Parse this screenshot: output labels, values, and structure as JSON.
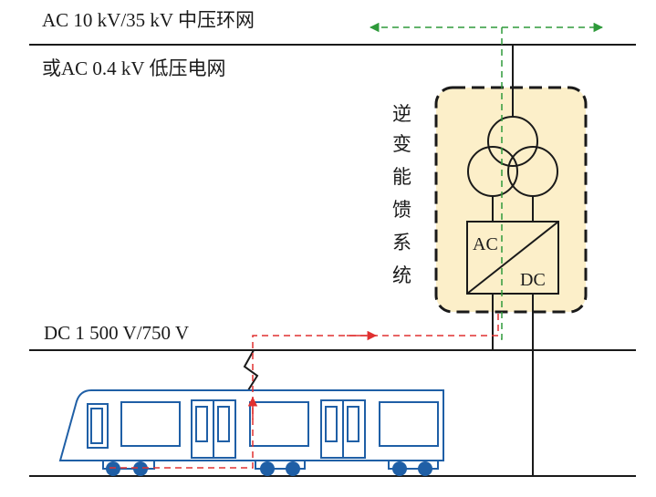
{
  "grid": {
    "ac_label_line1": "AC 10 kV/35 kV 中压环网",
    "ac_label_line2": "或AC 0.4 kV 低压电网",
    "dc_label": "DC 1 500 V/750 V"
  },
  "system": {
    "title_chars": [
      "逆",
      "变",
      "能",
      "馈",
      "系",
      "统"
    ],
    "converter_ac": "AC",
    "converter_dc": "DC"
  },
  "colors": {
    "line": "#1a1a1a",
    "system_fill": "#fcefc9",
    "train_blue": "#1f5fa6",
    "wheel_blue": "#1f5fa6",
    "flow_green": "#2e9a3a",
    "flow_red": "#e03030"
  }
}
